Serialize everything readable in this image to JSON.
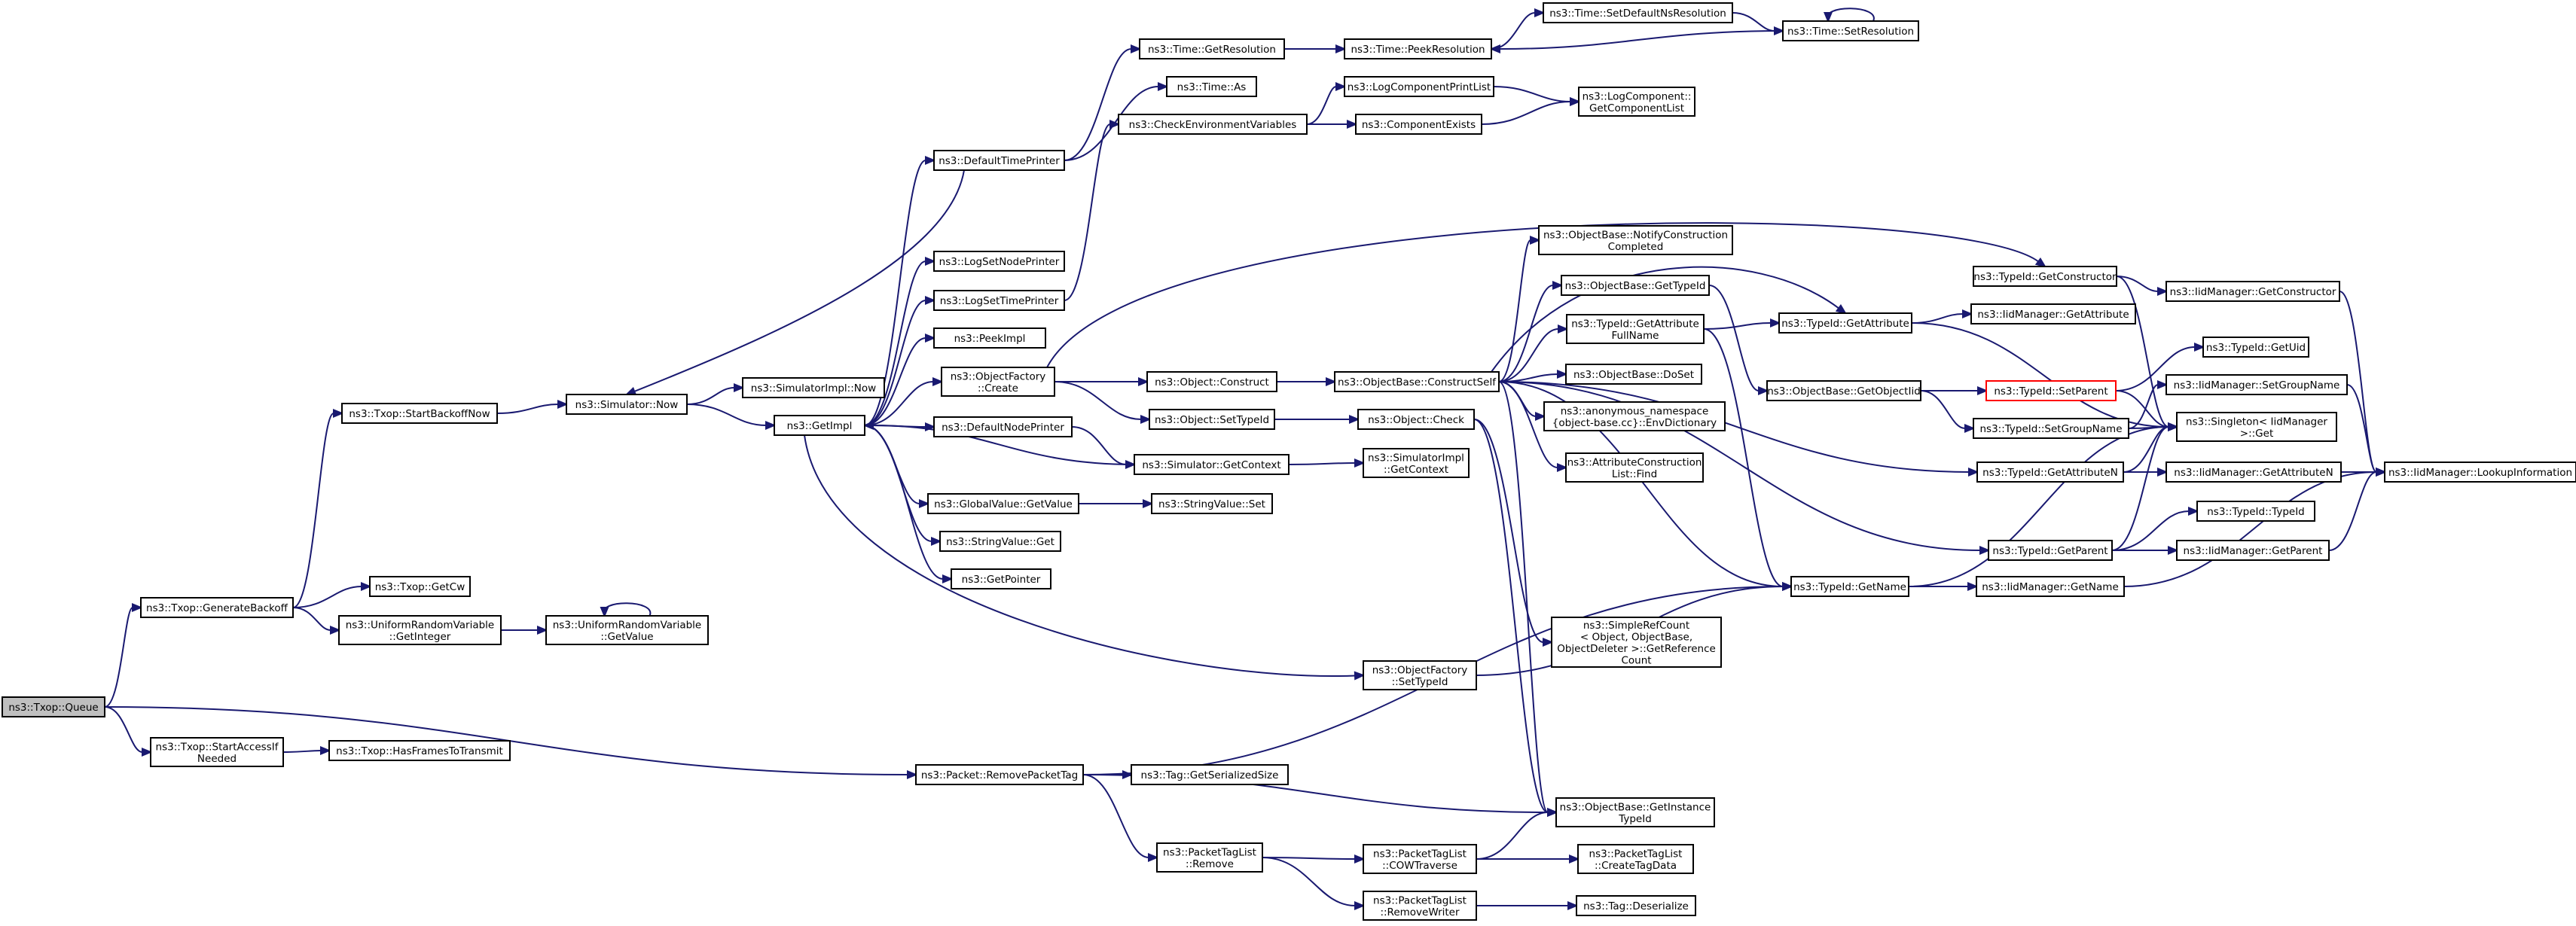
{
  "colors": {
    "edge": "#191970",
    "node_border": "#000000",
    "node_fill": "#ffffff",
    "root_fill": "#bfbfbf",
    "highlight_border": "#ff0000"
  },
  "nodes": [
    {
      "id": "queue",
      "lines": [
        "ns3::Txop::Queue"
      ],
      "style": "root"
    },
    {
      "id": "genbackoff",
      "lines": [
        "ns3::Txop::GenerateBackoff"
      ]
    },
    {
      "id": "startaccess",
      "lines": [
        "ns3::Txop::StartAccessIf",
        "Needed"
      ]
    },
    {
      "id": "removepackettag",
      "lines": [
        "ns3::Packet::RemovePacketTag"
      ]
    },
    {
      "id": "startbackoffnow",
      "lines": [
        "ns3::Txop::StartBackoffNow"
      ]
    },
    {
      "id": "getcw",
      "lines": [
        "ns3::Txop::GetCw"
      ]
    },
    {
      "id": "urv_getinteger",
      "lines": [
        "ns3::UniformRandomVariable",
        "::GetInteger"
      ]
    },
    {
      "id": "urv_getvalue",
      "lines": [
        "ns3::UniformRandomVariable",
        "::GetValue"
      ]
    },
    {
      "id": "hasframes",
      "lines": [
        "ns3::Txop::HasFramesToTransmit"
      ]
    },
    {
      "id": "simnow",
      "lines": [
        "ns3::Simulator::Now"
      ]
    },
    {
      "id": "simimplnow",
      "lines": [
        "ns3::SimulatorImpl::Now"
      ]
    },
    {
      "id": "getimpl",
      "lines": [
        "ns3::GetImpl"
      ]
    },
    {
      "id": "defaulttimeprinter",
      "lines": [
        "ns3::DefaultTimePrinter"
      ]
    },
    {
      "id": "logsetnodeprinter",
      "lines": [
        "ns3::LogSetNodePrinter"
      ]
    },
    {
      "id": "logsettimeprinter",
      "lines": [
        "ns3::LogSetTimePrinter"
      ]
    },
    {
      "id": "peekimpl",
      "lines": [
        "ns3::PeekImpl"
      ]
    },
    {
      "id": "objfactorycreate",
      "lines": [
        "ns3::ObjectFactory",
        "::Create"
      ]
    },
    {
      "id": "defaultnodeprinter",
      "lines": [
        "ns3::DefaultNodePrinter"
      ]
    },
    {
      "id": "globalvalue",
      "lines": [
        "ns3::GlobalValue::GetValue"
      ]
    },
    {
      "id": "stringvalueget",
      "lines": [
        "ns3::StringValue::Get"
      ]
    },
    {
      "id": "getpointer",
      "lines": [
        "ns3::GetPointer"
      ]
    },
    {
      "id": "stringvalueset",
      "lines": [
        "ns3::StringValue::Set"
      ]
    },
    {
      "id": "timegetres",
      "lines": [
        "ns3::Time::GetResolution"
      ]
    },
    {
      "id": "timeas",
      "lines": [
        "ns3::Time::As"
      ]
    },
    {
      "id": "checkenv",
      "lines": [
        "ns3::CheckEnvironmentVariables"
      ]
    },
    {
      "id": "peekres",
      "lines": [
        "ns3::Time::PeekResolution"
      ]
    },
    {
      "id": "setdefaultns",
      "lines": [
        "ns3::Time::SetDefaultNsResolution"
      ]
    },
    {
      "id": "setres",
      "lines": [
        "ns3::Time::SetResolution"
      ]
    },
    {
      "id": "logcompprintlist",
      "lines": [
        "ns3::LogComponentPrintList"
      ]
    },
    {
      "id": "compexists",
      "lines": [
        "ns3::ComponentExists"
      ]
    },
    {
      "id": "getcomplist",
      "lines": [
        "ns3::LogComponent::",
        "GetComponentList"
      ]
    },
    {
      "id": "objconstruct",
      "lines": [
        "ns3::Object::Construct"
      ]
    },
    {
      "id": "objsettypeid",
      "lines": [
        "ns3::Object::SetTypeId"
      ]
    },
    {
      "id": "simgetcontext",
      "lines": [
        "ns3::Simulator::GetContext"
      ]
    },
    {
      "id": "constructself",
      "lines": [
        "ns3::ObjectBase::ConstructSelf"
      ]
    },
    {
      "id": "objcheck",
      "lines": [
        "ns3::Object::Check"
      ]
    },
    {
      "id": "simimplgetcontext",
      "lines": [
        "ns3::SimulatorImpl",
        "::GetContext"
      ]
    },
    {
      "id": "objfactorysettypeid",
      "lines": [
        "ns3::ObjectFactory",
        "::SetTypeId"
      ]
    },
    {
      "id": "notifyconstruction",
      "lines": [
        "ns3::ObjectBase::NotifyConstruction",
        "Completed"
      ]
    },
    {
      "id": "objbasegettypeid",
      "lines": [
        "ns3::ObjectBase::GetTypeId"
      ]
    },
    {
      "id": "getattrfullname",
      "lines": [
        "ns3::TypeId::GetAttribute",
        "FullName"
      ]
    },
    {
      "id": "doset",
      "lines": [
        "ns3::ObjectBase::DoSet"
      ]
    },
    {
      "id": "envdictionary",
      "lines": [
        "ns3::anonymous_namespace",
        "{object-base.cc}::EnvDictionary"
      ]
    },
    {
      "id": "attrconstructfind",
      "lines": [
        "ns3::AttributeConstruction",
        "List::Find"
      ]
    },
    {
      "id": "simplerefcount",
      "lines": [
        "ns3::SimpleRefCount",
        "< Object, ObjectBase,",
        " ObjectDeleter >::GetReference",
        "Count"
      ]
    },
    {
      "id": "getinstancetypeid",
      "lines": [
        "ns3::ObjectBase::GetInstance",
        "TypeId"
      ]
    },
    {
      "id": "taggetserialized",
      "lines": [
        "ns3::Tag::GetSerializedSize"
      ]
    },
    {
      "id": "ptlremove",
      "lines": [
        "ns3::PacketTagList",
        "::Remove"
      ]
    },
    {
      "id": "ptlcowtraverse",
      "lines": [
        "ns3::PacketTagList",
        "::COWTraverse"
      ]
    },
    {
      "id": "ptlremovewriter",
      "lines": [
        "ns3::PacketTagList",
        "::RemoveWriter"
      ]
    },
    {
      "id": "ptlcreatetagdata",
      "lines": [
        "ns3::PacketTagList",
        "::CreateTagData"
      ]
    },
    {
      "id": "tagdeserialize",
      "lines": [
        "ns3::Tag::Deserialize"
      ]
    },
    {
      "id": "typeidgetattribute",
      "lines": [
        "ns3::TypeId::GetAttribute"
      ]
    },
    {
      "id": "objbasegetobjectiid",
      "lines": [
        "ns3::ObjectBase::GetObjectIid"
      ]
    },
    {
      "id": "typeidgetname",
      "lines": [
        "ns3::TypeId::GetName"
      ]
    },
    {
      "id": "typeidgetconstructor",
      "lines": [
        "ns3::TypeId::GetConstructor"
      ]
    },
    {
      "id": "typeidsetparent",
      "lines": [
        "ns3::TypeId::SetParent"
      ],
      "style": "highlight"
    },
    {
      "id": "typeidsetgroupname",
      "lines": [
        "ns3::TypeId::SetGroupName"
      ]
    },
    {
      "id": "typeidgetattributen",
      "lines": [
        "ns3::TypeId::GetAttributeN"
      ]
    },
    {
      "id": "typeidgetparent",
      "lines": [
        "ns3::TypeId::GetParent"
      ]
    },
    {
      "id": "iidgetattribute",
      "lines": [
        "ns3::IidManager::GetAttribute"
      ]
    },
    {
      "id": "iidgetconstructor",
      "lines": [
        "ns3::IidManager::GetConstructor"
      ]
    },
    {
      "id": "typeidgetuid",
      "lines": [
        "ns3::TypeId::GetUid"
      ]
    },
    {
      "id": "iidsetgroupname",
      "lines": [
        "ns3::IidManager::SetGroupName"
      ]
    },
    {
      "id": "singletonget",
      "lines": [
        "ns3::Singleton< IidManager",
        " >::Get"
      ]
    },
    {
      "id": "iidgetattributen",
      "lines": [
        "ns3::IidManager::GetAttributeN"
      ]
    },
    {
      "id": "typeidtypeid",
      "lines": [
        "ns3::TypeId::TypeId"
      ]
    },
    {
      "id": "iidgetparent",
      "lines": [
        "ns3::IidManager::GetParent"
      ]
    },
    {
      "id": "iidgetname",
      "lines": [
        "ns3::IidManager::GetName"
      ]
    },
    {
      "id": "iidlookupinfo",
      "lines": [
        "ns3::IidManager::LookupInformation"
      ]
    }
  ]
}
